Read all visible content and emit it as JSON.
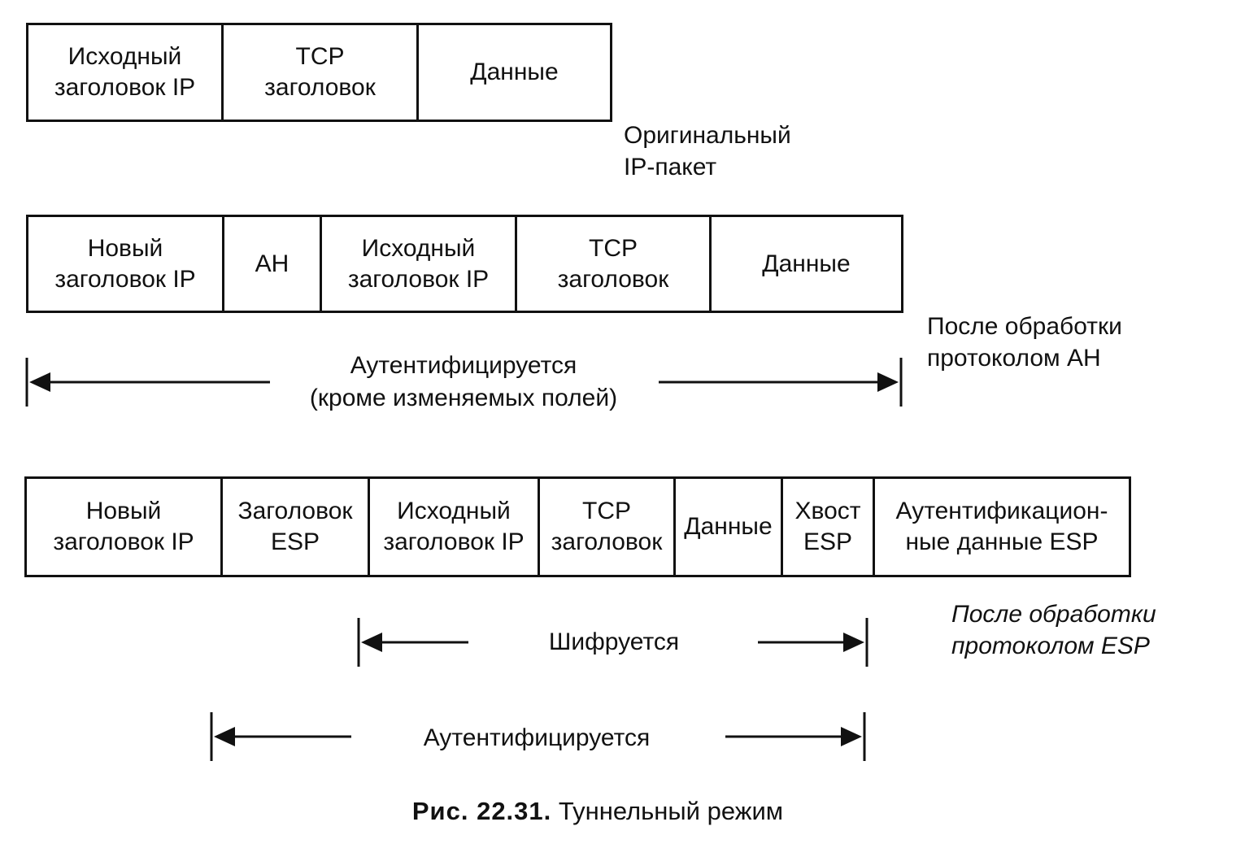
{
  "original_packet": {
    "cells": [
      "Исходный\nзаголовок IP",
      "TCP\nзаголовок",
      "Данные"
    ],
    "caption": "Оригинальный\nIP-пакет"
  },
  "ah_packet": {
    "cells": [
      "Новый\nзаголовок IP",
      "AH",
      "Исходный\nзаголовок IP",
      "TCP\nзаголовок",
      "Данные"
    ],
    "caption": "После обработки\nпротоколом AH",
    "auth_label": "Аутентифицируется\n(кроме изменяемых полей)"
  },
  "esp_packet": {
    "cells": [
      "Новый\nзаголовок IP",
      "Заголовок\nESP",
      "Исходный\nзаголовок IP",
      "TCP\nзаголовок",
      "Данные",
      "Хвост\nESP",
      "Аутентификацион-\nные данные ESP"
    ],
    "caption": "После обработки\nпротоколом ESP",
    "encrypt_label": "Шифруется",
    "auth_label": "Аутентифицируется"
  },
  "figure": {
    "number": "Рис. 22.31.",
    "title": "Туннельный режим"
  }
}
